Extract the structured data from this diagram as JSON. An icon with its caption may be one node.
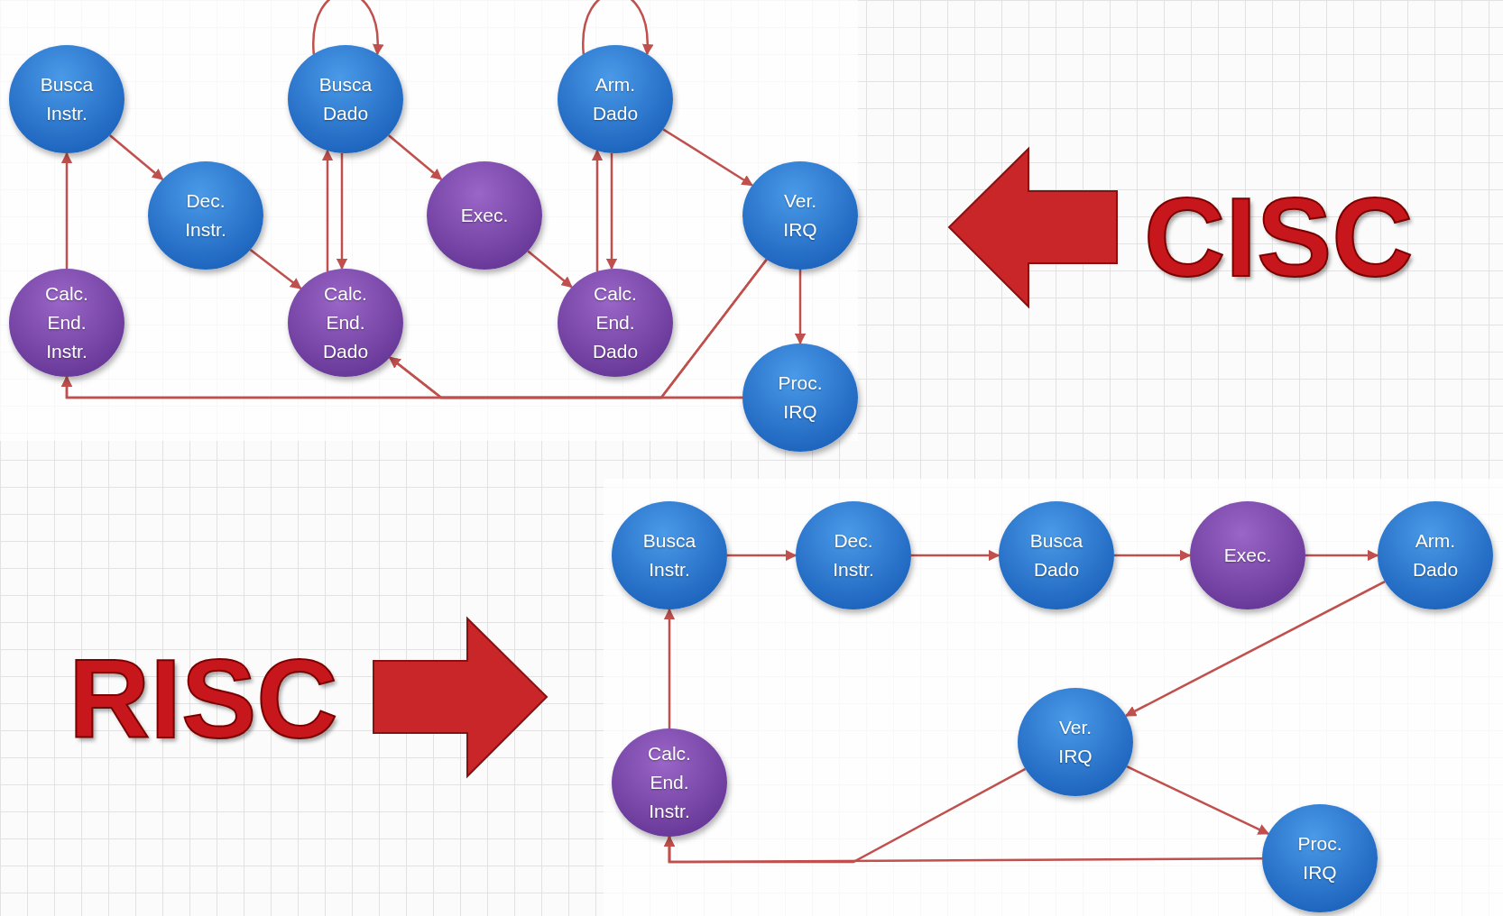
{
  "diagram": {
    "nodes": [
      {
        "text": [
          "Busca Instr."
        ]
      },
      {
        "text": [
          "Dec. Instr."
        ]
      },
      {
        "text": [
          "Calc. End. Instr."
        ]
      },
      {
        "text": [
          "Busca Dado"
        ]
      },
      {
        "text": [
          "Exec."
        ]
      },
      {
        "text": [
          "Calc. End. Dado"
        ]
      },
      {
        "text": [
          "Arm. Dado"
        ]
      },
      {
        "text": [
          "Calc. End. Dado"
        ]
      },
      {
        "text": [
          "Ver. IRQ"
        ]
      },
      {
        "text": [
          "Proc. IRQ"
        ]
      },
      {
        "text": [
          "Busca Instr."
        ]
      },
      {
        "text": [
          "Dec. Instr."
        ]
      },
      {
        "text": [
          "Busca Dado"
        ]
      },
      {
        "text": [
          "Exec."
        ]
      },
      {
        "text": [
          "Arm. Dado"
        ]
      },
      {
        "text": [
          "Ver. IRQ"
        ]
      },
      {
        "text": [
          "Calc. End. Instr."
        ]
      },
      {
        "text": [
          "Proc. IRQ"
        ]
      }
    ],
    "edges": [
      {
        "from": 0,
        "to": 1,
        "arrow": "to"
      },
      {
        "from": 1,
        "to": 5,
        "arrow": "to"
      },
      {
        "from": 2,
        "to": 0,
        "arrow": "to"
      },
      {
        "from": 5,
        "to": 3,
        "arrow": "to"
      },
      {
        "from": 3,
        "to": 5,
        "arrow": "to"
      },
      {
        "from": 3,
        "to": 3,
        "arrow": "to"
      },
      {
        "from": 3,
        "to": 4,
        "arrow": "to"
      },
      {
        "from": 4,
        "to": 7,
        "arrow": "to"
      },
      {
        "from": 7,
        "to": 6,
        "arrow": "to"
      },
      {
        "from": 6,
        "to": 7,
        "arrow": "to"
      },
      {
        "from": 6,
        "to": 6,
        "arrow": "to"
      },
      {
        "from": 6,
        "to": 8,
        "arrow": "to"
      },
      {
        "from": 8,
        "to": 9,
        "arrow": "to"
      },
      {
        "from": 9,
        "to": 2,
        "arrow": "to"
      },
      {
        "from": 9,
        "to": 5,
        "arrow": "to"
      },
      {
        "from": 8,
        "to": 2,
        "arrow": "to"
      },
      {
        "from": 8,
        "to": 5,
        "arrow": "to"
      },
      {
        "from": 10,
        "to": 11,
        "arrow": "to"
      },
      {
        "from": 11,
        "to": 12,
        "arrow": "to"
      },
      {
        "from": 12,
        "to": 13,
        "arrow": "to"
      },
      {
        "from": 13,
        "to": 14,
        "arrow": "to"
      },
      {
        "from": 14,
        "to": 15,
        "arrow": "to"
      },
      {
        "from": 15,
        "to": 17,
        "arrow": "to"
      },
      {
        "from": 16,
        "to": 10,
        "arrow": "to"
      },
      {
        "from": 15,
        "to": 16,
        "arrow": "to"
      },
      {
        "from": 17,
        "to": 16,
        "arrow": "to"
      }
    ],
    "labels": [
      "CISC",
      "RISC"
    ]
  }
}
